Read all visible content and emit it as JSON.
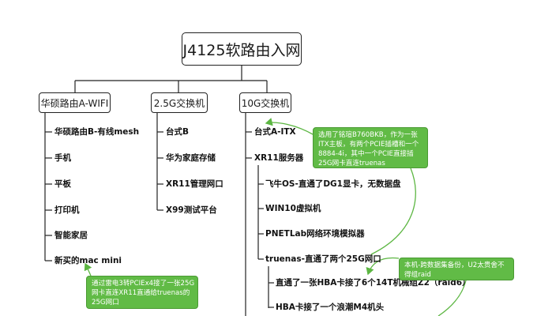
{
  "diagram": {
    "root": "J4125软路由入网",
    "categories": [
      {
        "label": "华硕路由A-WIFI",
        "items": [
          "华硕路由B-有线mesh",
          "手机",
          "平板",
          "打印机",
          "智能家居",
          "新买的mac mini"
        ]
      },
      {
        "label": "2.5G交换机",
        "items": [
          "台式B",
          "华为家庭存储",
          "XR11管理网口",
          "X99测试平台"
        ]
      },
      {
        "label": "10G交换机",
        "items": [
          "台式A-ITX",
          "XR11服务器"
        ],
        "xr11_children": [
          "飞牛OS-直通了DG1显卡，无数据盘",
          "WIN10虚拟机",
          "PNETLab网络环境模拟器",
          "truenas-直通了两个25G网口"
        ],
        "truenas_children": [
          "直通了一张HBA卡接了6个14T机械组Z2（raid6）",
          "HBA卡接了一个浪潮M4机头"
        ]
      }
    ],
    "notes": {
      "itx": [
        "选用了铭瑄B760BKB，作为一张",
        "ITX主板，有两个PCIE插槽和一个",
        "8884-4i，其中一个PCIE直接插",
        "25G网卡直连truenas"
      ],
      "raid": [
        "本机-跨数据集备份，U2太贵舍不",
        "得组raid"
      ],
      "mac": [
        "通过雷电3转PCIEx4接了一张25G",
        "网卡直连XR11直通给truenas的",
        "25G网口"
      ]
    },
    "colors": {
      "note_green": "#61bb46",
      "line": "#222222",
      "arrow_green": "#5cb642"
    }
  }
}
